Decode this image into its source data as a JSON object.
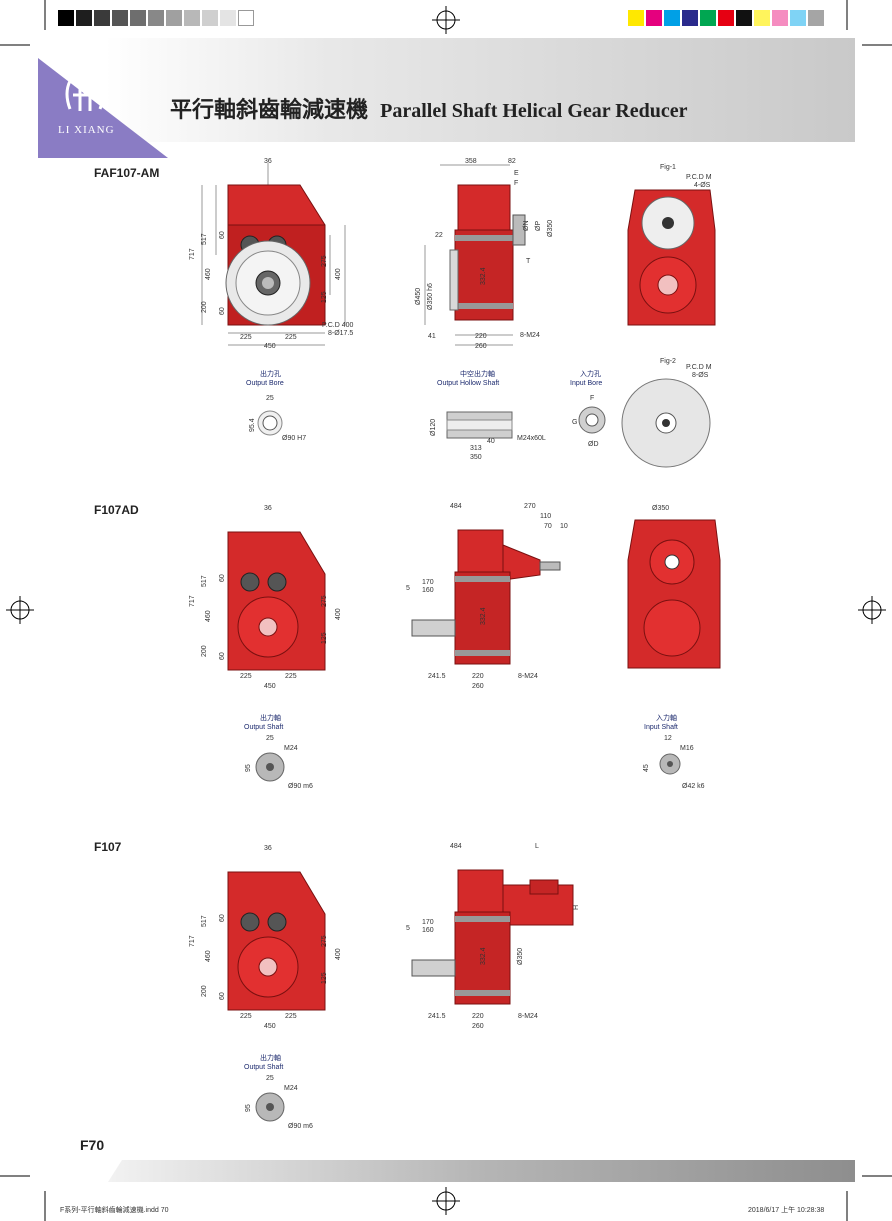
{
  "header": {
    "logo_text": "LI XIANG",
    "title_zh": "平行軸斜齒輪減速機",
    "title_en": "Parallel Shaft Helical Gear Reducer"
  },
  "colors": {
    "accent_purple": "#8a7cc4",
    "gear_red": "#d42a2a",
    "caption_blue": "#1c2a6e"
  },
  "icons": [
    "logo-icon",
    "registration-mark-icon"
  ],
  "sections": {
    "faf": {
      "label": "FAF107-AM",
      "front": {
        "d36": "36",
        "d517": "517",
        "d717": "717",
        "d460": "460",
        "d200": "200",
        "d60a": "60",
        "d60b": "60",
        "d275": "275",
        "d400": "400",
        "d125": "125",
        "d225a": "225",
        "d225b": "225",
        "d450": "450",
        "pcd": "P.C.D 400",
        "holes": "8-Ø17.5"
      },
      "side": {
        "d358": "358",
        "d82": "82",
        "dE": "E",
        "dF": "F",
        "dN": "ØN",
        "dP": "ØP",
        "d350": "Ø350",
        "dT": "T",
        "d22": "22",
        "d450": "Ø450",
        "d350h6": "Ø350 h6",
        "d332": "332.4",
        "d41": "41",
        "d220": "220",
        "d260": "260",
        "bolts": "8-M24"
      },
      "fig1": {
        "label": "Fig-1",
        "pcd": "P.C.D M",
        "holes": "4-ØS"
      },
      "fig2": {
        "label": "Fig-2",
        "pcd": "P.C.D M",
        "holes": "8-ØS"
      },
      "output_bore": {
        "zh": "出力孔",
        "en": "Output Bore",
        "d25": "25",
        "d95": "95.4",
        "dia": "Ø90 H7"
      },
      "hollow_shaft": {
        "zh": "中空出力軸",
        "en": "Output Hollow Shaft",
        "d120": "Ø120",
        "d40": "40",
        "thread": "M24x60L",
        "d313": "313",
        "d350": "350"
      },
      "input_bore": {
        "zh": "入力孔",
        "en": "Input Bore",
        "dF": "F",
        "dG": "G",
        "dD": "ØD"
      }
    },
    "fad": {
      "label": "F107AD",
      "front": {
        "d36": "36",
        "d517": "517",
        "d717": "717",
        "d460": "460",
        "d200": "200",
        "d60a": "60",
        "d60b": "60",
        "d275": "275",
        "d400": "400",
        "d125": "125",
        "d225a": "225",
        "d225b": "225",
        "d450": "450"
      },
      "side": {
        "d484": "484",
        "d270": "270",
        "d110": "110",
        "d70": "70",
        "d10": "10",
        "d170": "170",
        "d160": "160",
        "d5": "5",
        "d332": "332.4",
        "d241": "241.5",
        "d220": "220",
        "d260": "260",
        "bolts": "8-M24"
      },
      "end": {
        "d350": "Ø350"
      },
      "output_shaft": {
        "zh": "出力軸",
        "en": "Output Shaft",
        "d25": "25",
        "thread": "M24",
        "d95": "95",
        "dia": "Ø90 m6"
      },
      "input_shaft": {
        "zh": "入力軸",
        "en": "Input Shaft",
        "d12": "12",
        "thread": "M16",
        "d45": "45",
        "dia": "Ø42 k6"
      }
    },
    "f": {
      "label": "F107",
      "front": {
        "d36": "36",
        "d517": "517",
        "d717": "717",
        "d460": "460",
        "d200": "200",
        "d60a": "60",
        "d60b": "60",
        "d275": "275",
        "d400": "400",
        "d125": "125",
        "d225a": "225",
        "d225b": "225",
        "d450": "450"
      },
      "side": {
        "d484": "484",
        "dL": "L",
        "dH": "H",
        "d170": "170",
        "d160": "160",
        "d5": "5",
        "d332": "332.4",
        "d350": "Ø350",
        "d241": "241.5",
        "d220": "220",
        "d260": "260",
        "bolts": "8-M24"
      },
      "output_shaft": {
        "zh": "出力軸",
        "en": "Output Shaft",
        "d25": "25",
        "thread": "M24",
        "d95": "95",
        "dia": "Ø90 m6"
      }
    }
  },
  "footer": {
    "page": "F70",
    "file": "F系列-平行軸斜齒輪減速機.indd 70",
    "stamp": "2018/6/17 上午 10:28:38"
  }
}
